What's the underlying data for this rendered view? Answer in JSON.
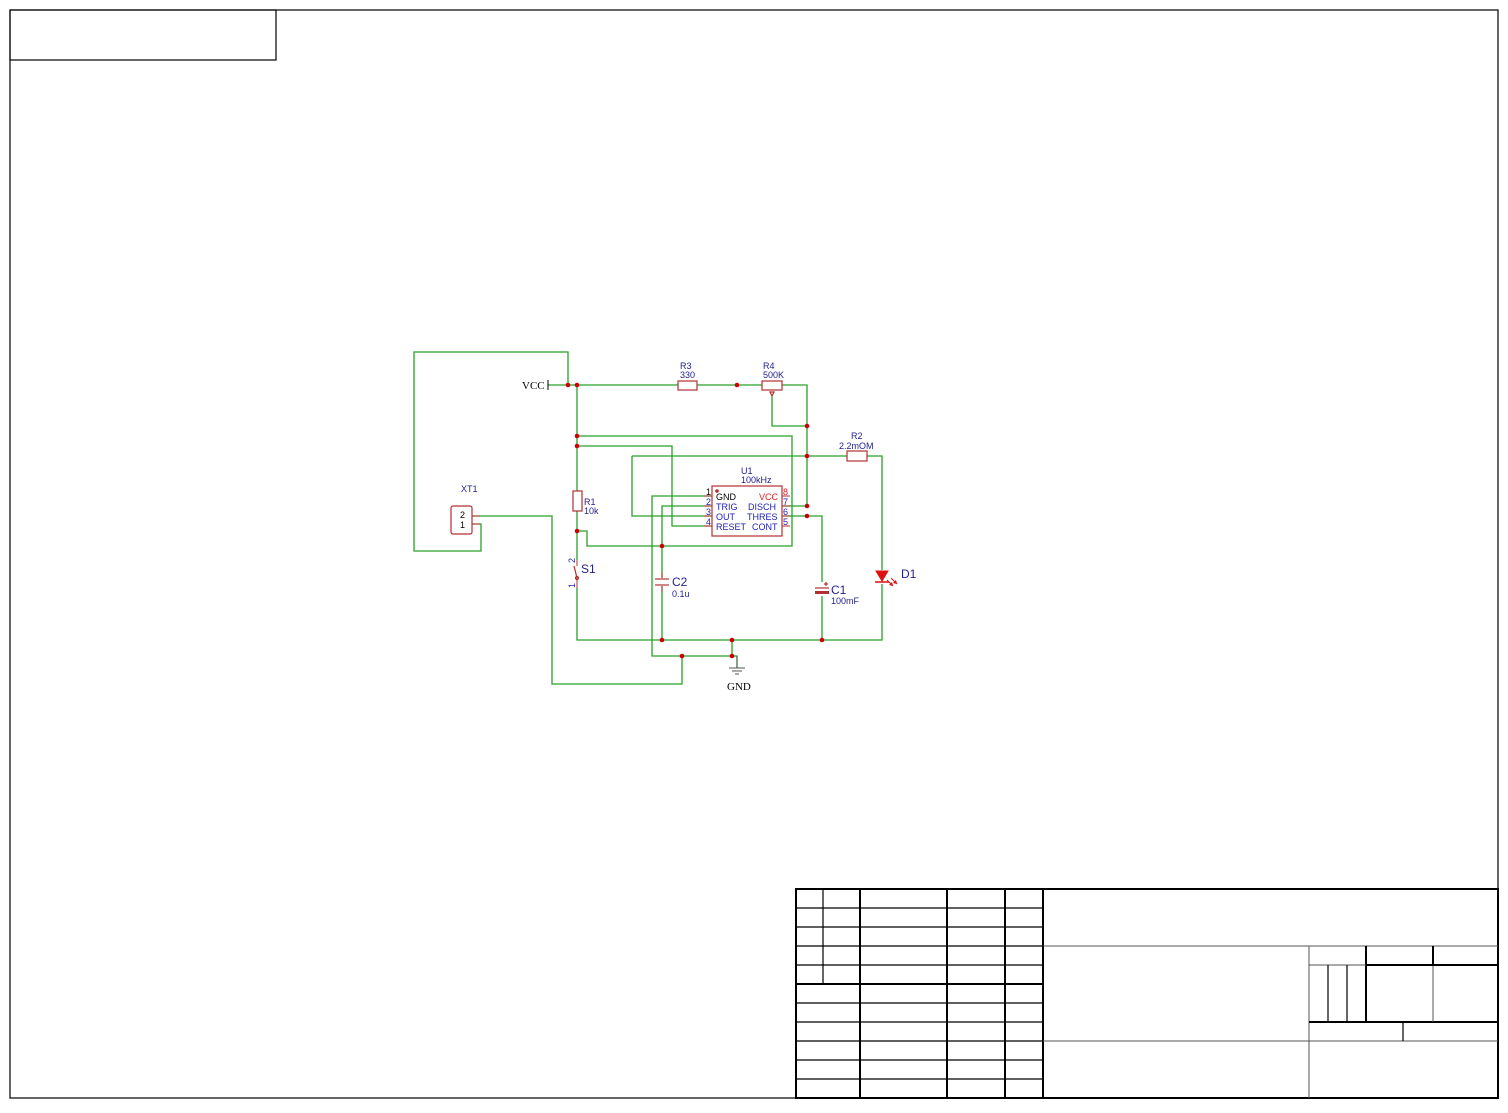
{
  "components": {
    "r1": {
      "ref": "R1",
      "value": "10k"
    },
    "r2": {
      "ref": "R2",
      "value": "2.2mOM"
    },
    "r3": {
      "ref": "R3",
      "value": "330"
    },
    "r4": {
      "ref": "R4",
      "value": "500K"
    },
    "c1": {
      "ref": "C1",
      "value": "100mF"
    },
    "c2": {
      "ref": "C2",
      "value": "0.1u"
    },
    "d1": {
      "ref": "D1"
    },
    "s1": {
      "ref": "S1",
      "pin1": "1",
      "pin2": "2"
    },
    "xt1": {
      "ref": "XT1",
      "pin1": "1",
      "pin2": "2"
    },
    "u1": {
      "ref": "U1",
      "value": "100kHz",
      "left_pins": [
        {
          "num": "1",
          "name": "GND"
        },
        {
          "num": "2",
          "name": "TRIG"
        },
        {
          "num": "3",
          "name": "OUT"
        },
        {
          "num": "4",
          "name": "RESET"
        }
      ],
      "right_pins": [
        {
          "num": "8",
          "name": "VCC"
        },
        {
          "num": "7",
          "name": "DISCH"
        },
        {
          "num": "6",
          "name": "THRES"
        },
        {
          "num": "5",
          "name": "CONT"
        }
      ]
    }
  },
  "power": {
    "vcc": "VCC",
    "gnd": "GND"
  },
  "colors": {
    "wire": "#2aa02a",
    "component": "#b33030",
    "junction": "#cc0000",
    "label": "#1f1fb0",
    "power_pin": "#e02020"
  }
}
